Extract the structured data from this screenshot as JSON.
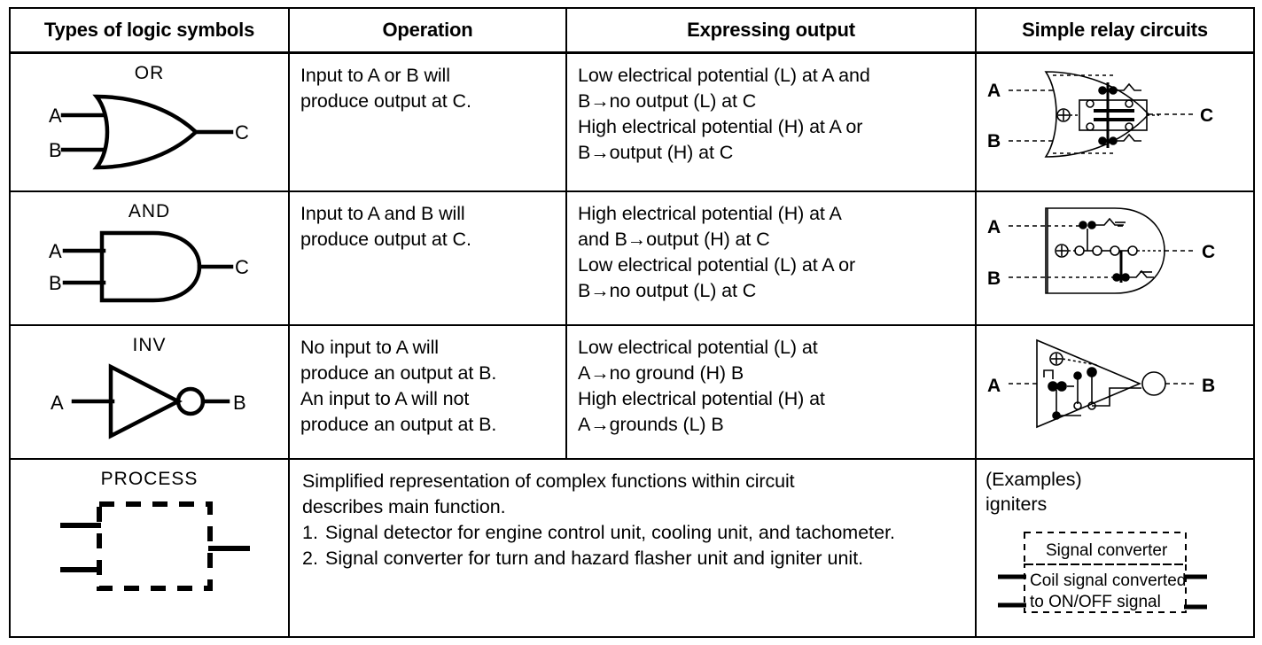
{
  "table": {
    "headers": [
      "Types of logic symbols",
      "Operation",
      "Expressing output",
      "Simple relay circuits"
    ],
    "rows": [
      {
        "symbol_name": "OR",
        "symbol_icon": "or-gate-icon",
        "symbol_pins": {
          "input_a": "A",
          "input_b": "B",
          "output": "C"
        },
        "operation_lines": [
          "Input to A or B will",
          "produce output at C."
        ],
        "output_lines": [
          "Low electrical potential (L) at A and",
          "B→no output (L) at C",
          "High electrical potential (H) at A or",
          "B→output (H) at C"
        ],
        "relay_icon": "or-relay-circuit-icon",
        "relay_pins": {
          "input_a": "A",
          "input_b": "B",
          "output": "C"
        }
      },
      {
        "symbol_name": "AND",
        "symbol_icon": "and-gate-icon",
        "symbol_pins": {
          "input_a": "A",
          "input_b": "B",
          "output": "C"
        },
        "operation_lines": [
          "Input to A and B will",
          "produce output at C."
        ],
        "output_lines": [
          "High electrical potential (H) at A",
          "and B→output (H) at C",
          "Low electrical potential (L) at A or",
          "B→no output (L) at C"
        ],
        "relay_icon": "and-relay-circuit-icon",
        "relay_pins": {
          "input_a": "A",
          "input_b": "B",
          "output": "C"
        }
      },
      {
        "symbol_name": "INV",
        "symbol_icon": "inverter-gate-icon",
        "symbol_pins": {
          "input_a": "A",
          "output": "B"
        },
        "operation_lines": [
          "No input to A will",
          "produce an output at B.",
          "An input to A will not",
          "produce an output at B."
        ],
        "output_lines": [
          "Low electrical potential (L) at",
          "A→no ground (H) B",
          "High electrical potential (H) at",
          "A→grounds (L) B"
        ],
        "relay_icon": "inverter-relay-circuit-icon",
        "relay_pins": {
          "input_a": "A",
          "output": "B"
        }
      }
    ],
    "process_row": {
      "symbol_name": "PROCESS",
      "symbol_icon": "process-block-icon",
      "intro_lines": [
        "Simplified representation of complex functions within circuit",
        "describes main function."
      ],
      "items": [
        {
          "number": "1.",
          "lines": [
            "Signal detector for engine control unit, cooling unit, and",
            "tachometer."
          ]
        },
        {
          "number": "2.",
          "lines": [
            "Signal converter for turn and hazard flasher unit and igniter",
            "unit."
          ]
        }
      ],
      "examples_lines": [
        "(Examples)",
        "igniters"
      ],
      "diagram_icon": "signal-converter-block-icon",
      "diagram_title": "Signal converter",
      "diagram_body_lines": [
        "Coil signal converted",
        "to ON/OFF signal"
      ]
    }
  },
  "colors": {
    "ink": "#000000",
    "paper": "#ffffff"
  }
}
